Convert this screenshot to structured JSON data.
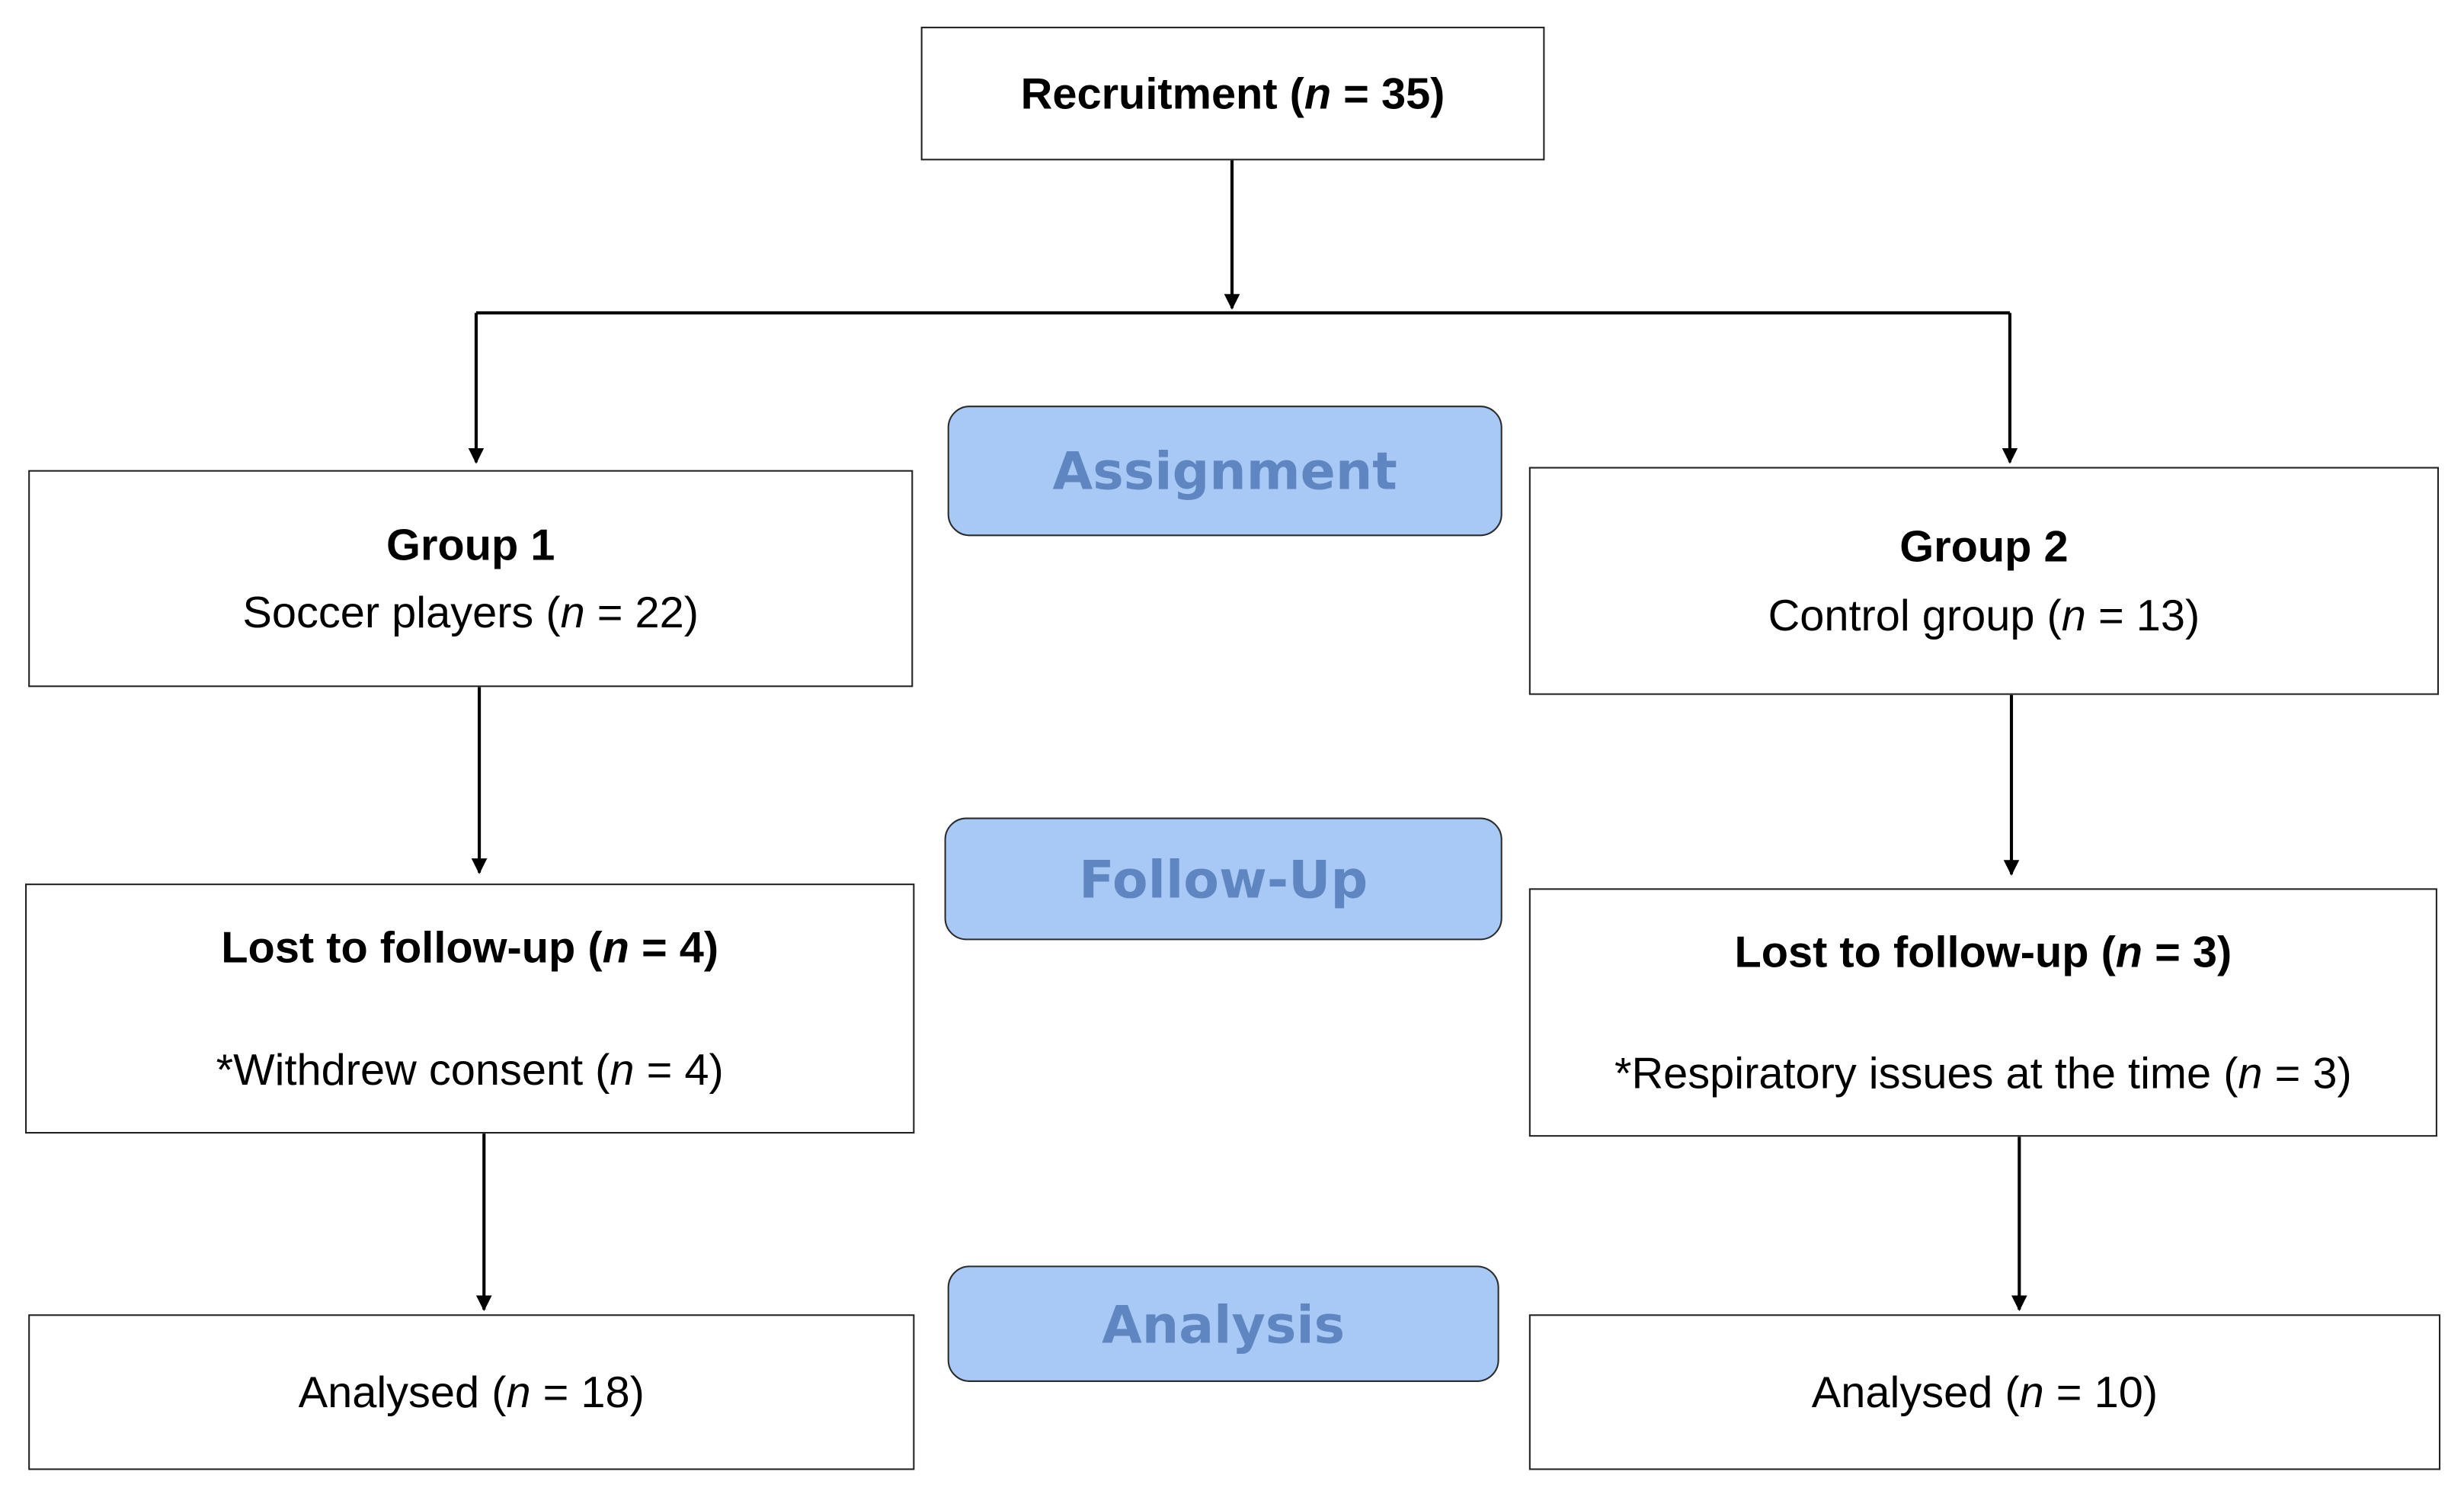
{
  "colors": {
    "stage_fill": "#a8c8f5",
    "stage_text": "#5f86c0",
    "line": "#000000"
  },
  "recruitment": {
    "label": "Recruitment (",
    "n_var": "n",
    "n_rest": " = 35)"
  },
  "stages": {
    "assignment": "Assignment",
    "follow_up": "Follow-Up",
    "analysis": "Analysis"
  },
  "group1": {
    "title": "Group 1",
    "desc": "Soccer players (",
    "n_var": "n",
    "n_rest": " = 22)",
    "lost": {
      "label": "Lost to follow-up (",
      "n_var": "n",
      "n_rest": " = 4)",
      "reason": "*Withdrew consent (",
      "reason_n_var": "n",
      "reason_n_rest": " = 4)"
    },
    "analysed": {
      "label": "Analysed (",
      "n_var": "n",
      "n_rest": " = 18)"
    }
  },
  "group2": {
    "title": "Group 2",
    "desc": "Control group (",
    "n_var": "n",
    "n_rest": " = 13)",
    "lost": {
      "label": "Lost to follow-up (",
      "n_var": "n",
      "n_rest": " = 3)",
      "reason": "*Respiratory issues at the time (",
      "reason_n_var": "n",
      "reason_n_rest": " = 3)"
    },
    "analysed": {
      "label": "Analysed (",
      "n_var": "n",
      "n_rest": " = 10)"
    }
  }
}
